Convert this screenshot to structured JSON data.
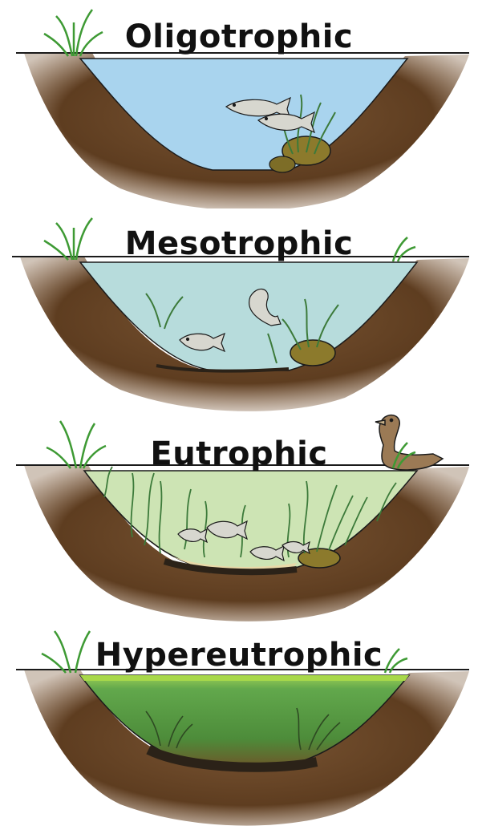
{
  "panels": [
    {
      "id": "oligotrophic",
      "title": "Oligotrophic",
      "water_color": "#a9d4ee",
      "sediment": "thin",
      "plants": "sparse",
      "fish_count": 2,
      "has_duck": false,
      "algae_surface": false
    },
    {
      "id": "mesotrophic",
      "title": "Mesotrophic",
      "water_color": "#b7dcdc",
      "sediment": "light",
      "plants": "moderate",
      "fish_count": 2,
      "has_duck": false,
      "algae_surface": false
    },
    {
      "id": "eutrophic",
      "title": "Eutrophic",
      "water_color": "#cde4b4",
      "sediment": "thick",
      "plants": "dense",
      "fish_count": 4,
      "has_duck": true,
      "algae_surface": false
    },
    {
      "id": "hypereutrophic",
      "title": "Hypereutrophic",
      "water_color": "#62a84c",
      "sediment": "very-thick",
      "plants": "dying",
      "fish_count": 0,
      "has_duck": false,
      "algae_surface": true
    }
  ],
  "colors": {
    "soil": "#6e4a2a",
    "soil_dark": "#4a2f18",
    "grass": "#4caa3c",
    "ink": "#1b1b1b"
  }
}
